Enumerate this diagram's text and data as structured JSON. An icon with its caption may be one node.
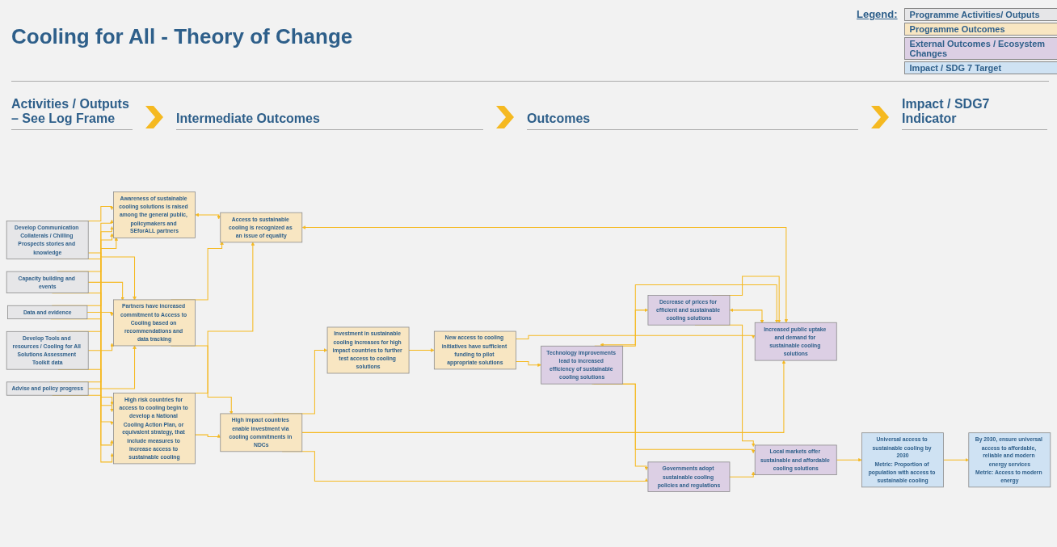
{
  "diagram": {
    "title": "Cooling for All - Theory of Change",
    "nodes": [
      {
        "text": [
          "Advise and policy progress"
        ]
      },
      {
        "text": [
          "Develop Tools and resources / Cooling for All Solutions Assessment Toolkit data"
        ]
      },
      {
        "text": [
          "Data and evidence"
        ]
      },
      {
        "text": [
          "Capacity building and events"
        ]
      },
      {
        "text": [
          "Develop Communication Collaterals / Chilling Prospects stories and knowledge"
        ]
      },
      {
        "text": [
          "High risk countries for access to cooling begin to develop a National Cooling Action Plan, or equivalent strategy, that include measures to increase access to sustainable cooling"
        ]
      },
      {
        "text": [
          "Partners have increased commitment to Access to Cooling based on recommendations and data tracking"
        ]
      },
      {
        "text": [
          "Awareness of sustainable cooling solutions is raised among the general public, policymakers and SEforALL partners"
        ]
      },
      {
        "text": [
          "High impact countries enable investment via cooling commitments in NDCs"
        ]
      },
      {
        "text": [
          "Investment in sustainable cooling increases for high impact countries to further test access to cooling solutions"
        ]
      },
      {
        "text": [
          "New access to cooling initiatives have sufficient funding to pilot appropriate solutions"
        ]
      },
      {
        "text": [
          "Access to sustainable cooling is recognized as an issue of equality"
        ]
      },
      {
        "text": [
          "Governments adopt sustainable cooling policies and regulations"
        ]
      },
      {
        "text": [
          "Technology improvements lead to increased efficiency of sustainable cooling solutions"
        ]
      },
      {
        "text": [
          "Decrease of prices for efficient and sustainable cooling solutions"
        ]
      },
      {
        "text": [
          "Increased public uptake and demand for sustainable cooling solutions"
        ]
      },
      {
        "text": [
          "Local markets offer sustainable and affordable cooling solutions"
        ]
      },
      {
        "text": [
          "By 2030, ensure universal access to affordable, reliable and modern energy services",
          "Metric: Access to modern energy"
        ]
      },
      {
        "text": [
          "Universal access to sustainable cooling by 2030",
          "Metric: Proportion of population with access to sustainable cooling"
        ]
      }
    ],
    "edges": [
      {
        "from": 0,
        "to": 5,
        "arrow": "to"
      },
      {
        "from": 0,
        "to": 6,
        "arrow": "to"
      },
      {
        "from": 0,
        "to": 7,
        "arrow": "to"
      },
      {
        "from": 1,
        "to": 5,
        "arrow": "to"
      },
      {
        "from": 1,
        "to": 6,
        "arrow": "to"
      },
      {
        "from": 1,
        "to": 7,
        "arrow": "to"
      },
      {
        "from": 2,
        "to": 5,
        "arrow": "to"
      },
      {
        "from": 2,
        "to": 6,
        "arrow": "to"
      },
      {
        "from": 2,
        "to": 7,
        "arrow": "to"
      },
      {
        "from": 3,
        "to": 5,
        "arrow": "to"
      },
      {
        "from": 3,
        "to": 6,
        "arrow": "to"
      },
      {
        "from": 3,
        "to": 7,
        "arrow": "to"
      },
      {
        "from": 4,
        "to": 5,
        "arrow": "to"
      },
      {
        "from": 4,
        "to": 6,
        "arrow": "to"
      },
      {
        "from": 4,
        "to": 7,
        "arrow": "to"
      },
      {
        "from": 5,
        "to": 8,
        "arrow": "to"
      },
      {
        "from": 6,
        "to": 8,
        "arrow": "to"
      },
      {
        "from": 5,
        "to": 11,
        "arrow": "to"
      },
      {
        "from": 6,
        "to": 11,
        "arrow": "to"
      },
      {
        "from": 7,
        "to": 11,
        "arrow": "both"
      },
      {
        "from": 8,
        "to": 9,
        "arrow": "to"
      },
      {
        "from": 9,
        "to": 10,
        "arrow": "to"
      },
      {
        "from": 8,
        "to": 12,
        "arrow": "to"
      },
      {
        "from": 10,
        "to": 13,
        "arrow": "to"
      },
      {
        "from": 8,
        "to": 15,
        "arrow": "to"
      },
      {
        "from": 10,
        "to": 15,
        "arrow": "to"
      },
      {
        "from": 13,
        "to": 12,
        "arrow": "to"
      },
      {
        "from": 13,
        "to": 14,
        "arrow": "both"
      },
      {
        "from": 14,
        "to": 15,
        "arrow": "both"
      },
      {
        "from": 12,
        "to": 16,
        "arrow": "to"
      },
      {
        "from": 13,
        "to": 16,
        "arrow": "to"
      },
      {
        "from": 14,
        "to": 16,
        "arrow": "to"
      },
      {
        "from": 13,
        "to": 15,
        "arrow": "to"
      },
      {
        "from": 14,
        "to": 15,
        "arrow": "to"
      },
      {
        "from": 16,
        "to": 18,
        "arrow": "to"
      },
      {
        "from": 18,
        "to": 17,
        "arrow": "to"
      },
      {
        "from": 11,
        "to": 15,
        "arrow": "both"
      }
    ],
    "labels": [
      "Activities / Outputs – See Log Frame",
      "Intermediate Outcomes",
      "Outcomes",
      "Impact / SDG7 Indicator",
      "Legend:"
    ],
    "legend": [
      {
        "text": "Programme Activities/ Outputs",
        "color": "#e6e6e8"
      },
      {
        "text": "Programme Outcomes",
        "color": "#f8e6c2"
      },
      {
        "text": "External Outcomes / Ecosystem Changes",
        "color": "#dccfe4"
      },
      {
        "text": "Impact / SDG 7 Target",
        "color": "#cfe2f3"
      }
    ]
  }
}
